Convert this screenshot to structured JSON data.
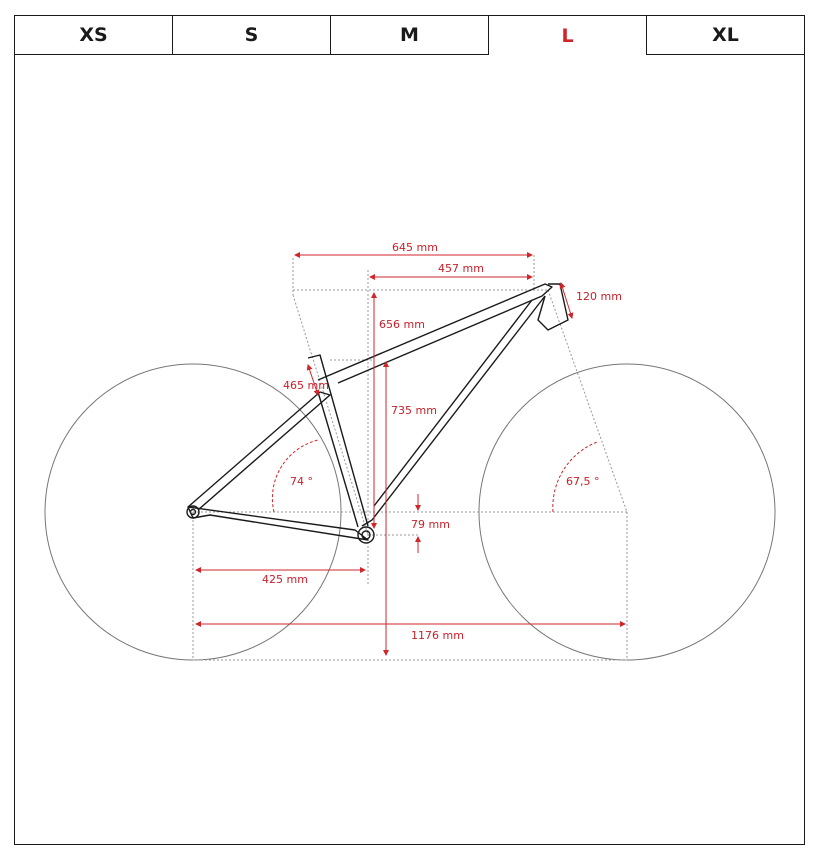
{
  "sizes": {
    "tabs": [
      {
        "label": "XS"
      },
      {
        "label": "S"
      },
      {
        "label": "M"
      },
      {
        "label": "L"
      },
      {
        "label": "XL"
      }
    ],
    "selected": "L"
  },
  "dimensions": {
    "reach_total": "645 mm",
    "reach": "457 mm",
    "head_tube": "120 mm",
    "stack": "656 mm",
    "seat_tube": "465 mm",
    "stack_height": "735 mm",
    "seat_angle": "74 °",
    "head_angle": "67,5 °",
    "bb_drop": "79 mm",
    "chainstay": "425 mm",
    "wheelbase": "1176 mm"
  },
  "colors": {
    "accent": "#d0262b",
    "line": "#1a1a1a",
    "guide": "#999999"
  }
}
